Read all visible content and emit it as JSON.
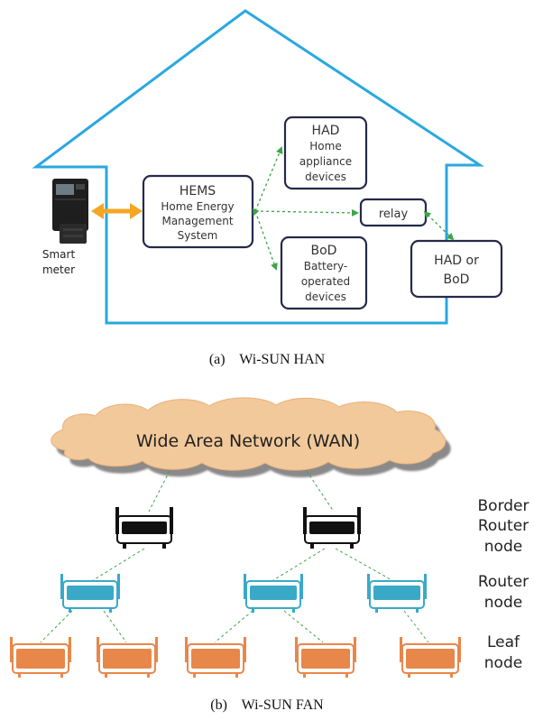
{
  "panel_a": {
    "caption": "(a)    Wi-SUN HAN",
    "smart_meter": {
      "line1": "Smart",
      "line2": "meter"
    },
    "hems": {
      "title": "HEMS",
      "line1": "Home Energy",
      "line2": "Management",
      "line3": "System"
    },
    "had": {
      "title": "HAD",
      "line1": "Home",
      "line2": "appliance",
      "line3": "devices"
    },
    "bod": {
      "title": "BoD",
      "line1": "Battery-",
      "line2": "operated",
      "line3": "devices"
    },
    "relay": "relay",
    "had_or_bod": {
      "line1": "HAD or",
      "line2": "BoD"
    }
  },
  "panel_b": {
    "caption": "(b)    Wi-SUN FAN",
    "wan": "Wide Area Network (WAN)",
    "labels": {
      "border_router": [
        "Border",
        "Router",
        "node"
      ],
      "router": [
        "Router",
        "node"
      ],
      "leaf": [
        "Leaf",
        "node"
      ]
    }
  },
  "colors": {
    "house_outline": "#29a8e0",
    "arrow_orange": "#f5a623",
    "link_green": "#3aa64a",
    "cloud_fill": "#f2c99a",
    "border_router": "#111111",
    "router": "#3aa9c8",
    "leaf": "#e8874a"
  }
}
